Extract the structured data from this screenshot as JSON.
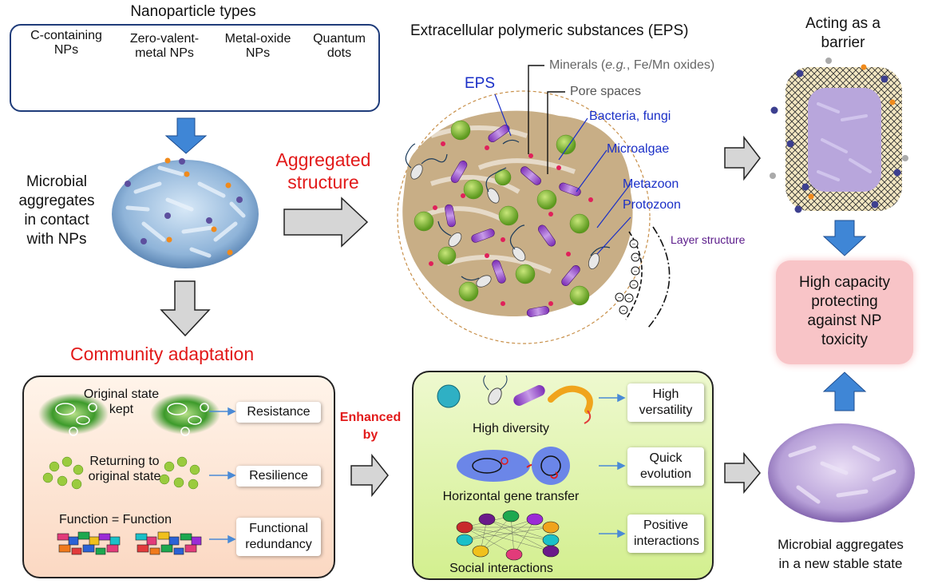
{
  "nanoparticles": {
    "title": "Nanoparticle types",
    "types": [
      {
        "label_1": "C-containing",
        "label_2": "NPs"
      },
      {
        "label_1": "Zero-valent-",
        "label_2": "metal NPs"
      },
      {
        "label_1": "Metal-oxide",
        "label_2": "NPs"
      },
      {
        "label_1": "Quantum",
        "label_2": "dots"
      }
    ]
  },
  "aggregates": {
    "lines": [
      "Microbial",
      "aggregates",
      "in contact",
      "with NPs"
    ]
  },
  "aggregated_structure": {
    "line1": "Aggregated",
    "line2": "structure",
    "color": "#e21a1a"
  },
  "eps": {
    "title": "Extracellular polymeric substances (EPS)",
    "label_eps": "EPS",
    "minerals_prefix": "Minerals (",
    "minerals_eg": "e.g.",
    "minerals_suffix": ", Fe/Mn oxides)",
    "pore_spaces": "Pore spaces",
    "bacteria": "Bacteria, fungi",
    "microalgae": "Microalgae",
    "metazoon": "Metazoon",
    "protozoon": "Protozoon",
    "layer_structure": "Layer structure",
    "blue": "#1a2fc7",
    "purple": "#5a1a8a"
  },
  "barrier": {
    "line1": "Acting as a",
    "line2": "barrier"
  },
  "protecting": {
    "lines": [
      "High capacity",
      "protecting",
      "against NP",
      "toxicity"
    ]
  },
  "community": {
    "title": "Community adaptation",
    "original_state_1": "Original state",
    "original_state_2": "kept",
    "resistance": "Resistance",
    "returning_1": "Returning to",
    "returning_2": "original state",
    "resilience": "Resilience",
    "function_eq": "Function = Function",
    "functional_1": "Functional",
    "functional_2": "redundancy"
  },
  "enhanced": {
    "line1": "Enhanced",
    "line2": "by"
  },
  "enhancements": {
    "high_diversity": "High diversity",
    "high_versatility_1": "High",
    "high_versatility_2": "versatility",
    "hgt": "Horizontal gene transfer",
    "quick_evolution_1": "Quick",
    "quick_evolution_2": "evolution",
    "social": "Social interactions",
    "positive_1": "Positive",
    "positive_2": "interactions"
  },
  "new_state": {
    "line1": "Microbial aggregates",
    "line2": "in a new stable state"
  }
}
